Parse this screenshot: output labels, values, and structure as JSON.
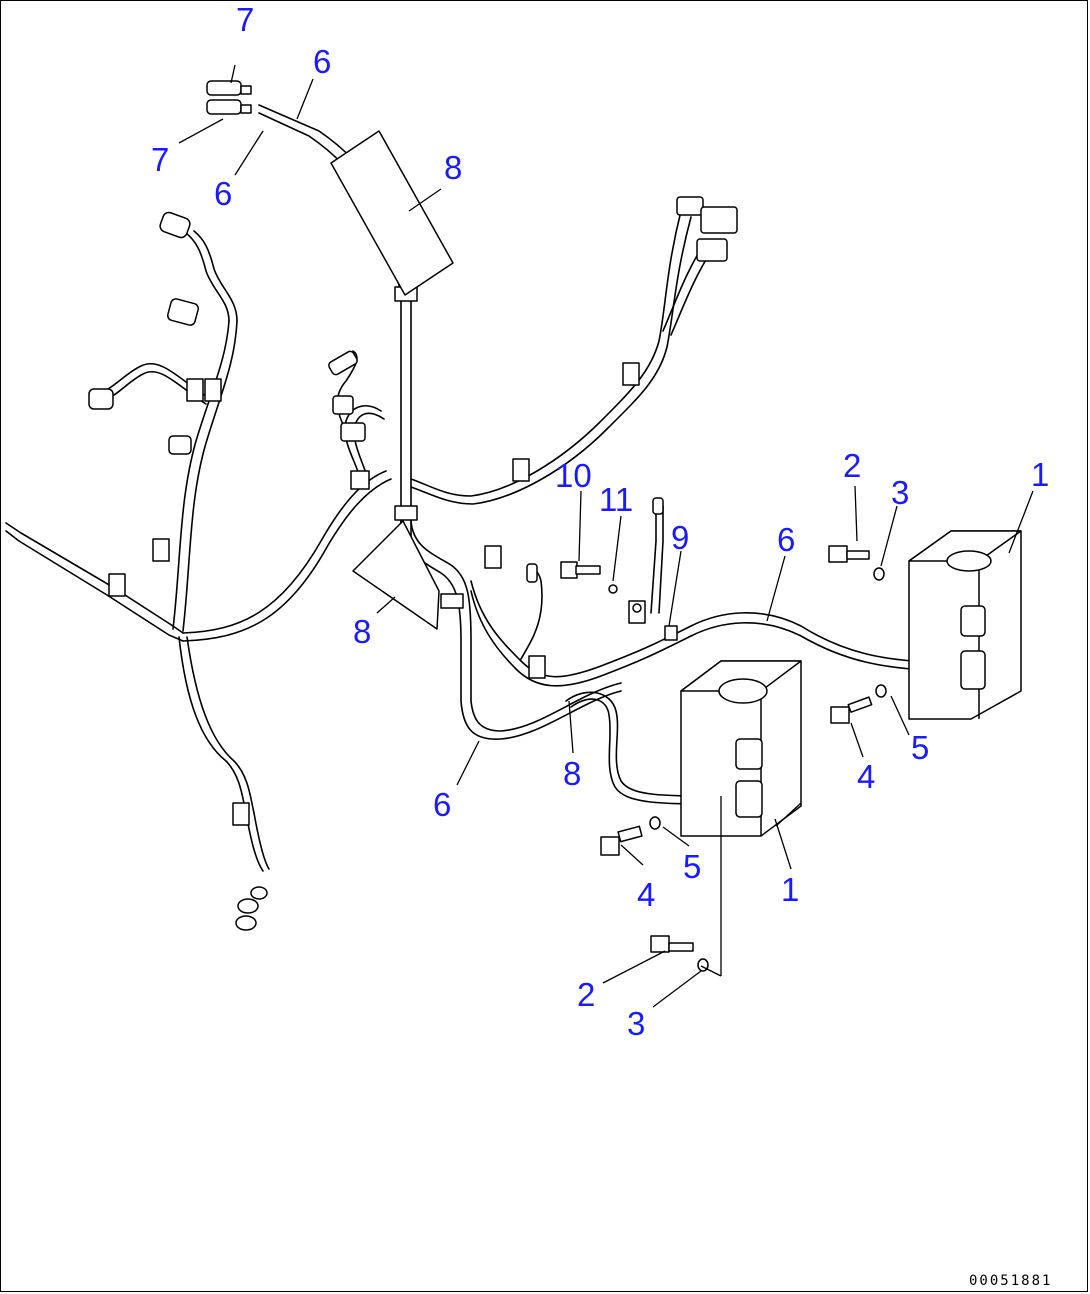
{
  "colors": {
    "callout": "#1a1aff",
    "line": "#000000",
    "background": "#ffffff"
  },
  "callouts": [
    {
      "id": "c7a",
      "text": "7"
    },
    {
      "id": "c6a",
      "text": "6"
    },
    {
      "id": "c7b",
      "text": "7"
    },
    {
      "id": "c6b",
      "text": "6"
    },
    {
      "id": "c8a",
      "text": "8"
    },
    {
      "id": "c10",
      "text": "10"
    },
    {
      "id": "c11",
      "text": "11"
    },
    {
      "id": "c9",
      "text": "9"
    },
    {
      "id": "c6c",
      "text": "6"
    },
    {
      "id": "c2a",
      "text": "2"
    },
    {
      "id": "c3a",
      "text": "3"
    },
    {
      "id": "c1a",
      "text": "1"
    },
    {
      "id": "c8b",
      "text": "8"
    },
    {
      "id": "c4a",
      "text": "4"
    },
    {
      "id": "c5a",
      "text": "5"
    },
    {
      "id": "c6d",
      "text": "6"
    },
    {
      "id": "c8c",
      "text": "8"
    },
    {
      "id": "c5b",
      "text": "5"
    },
    {
      "id": "c4b",
      "text": "4"
    },
    {
      "id": "c1b",
      "text": "1"
    },
    {
      "id": "c2b",
      "text": "2"
    },
    {
      "id": "c3b",
      "text": "3"
    }
  ],
  "drawing_code": "00051881"
}
